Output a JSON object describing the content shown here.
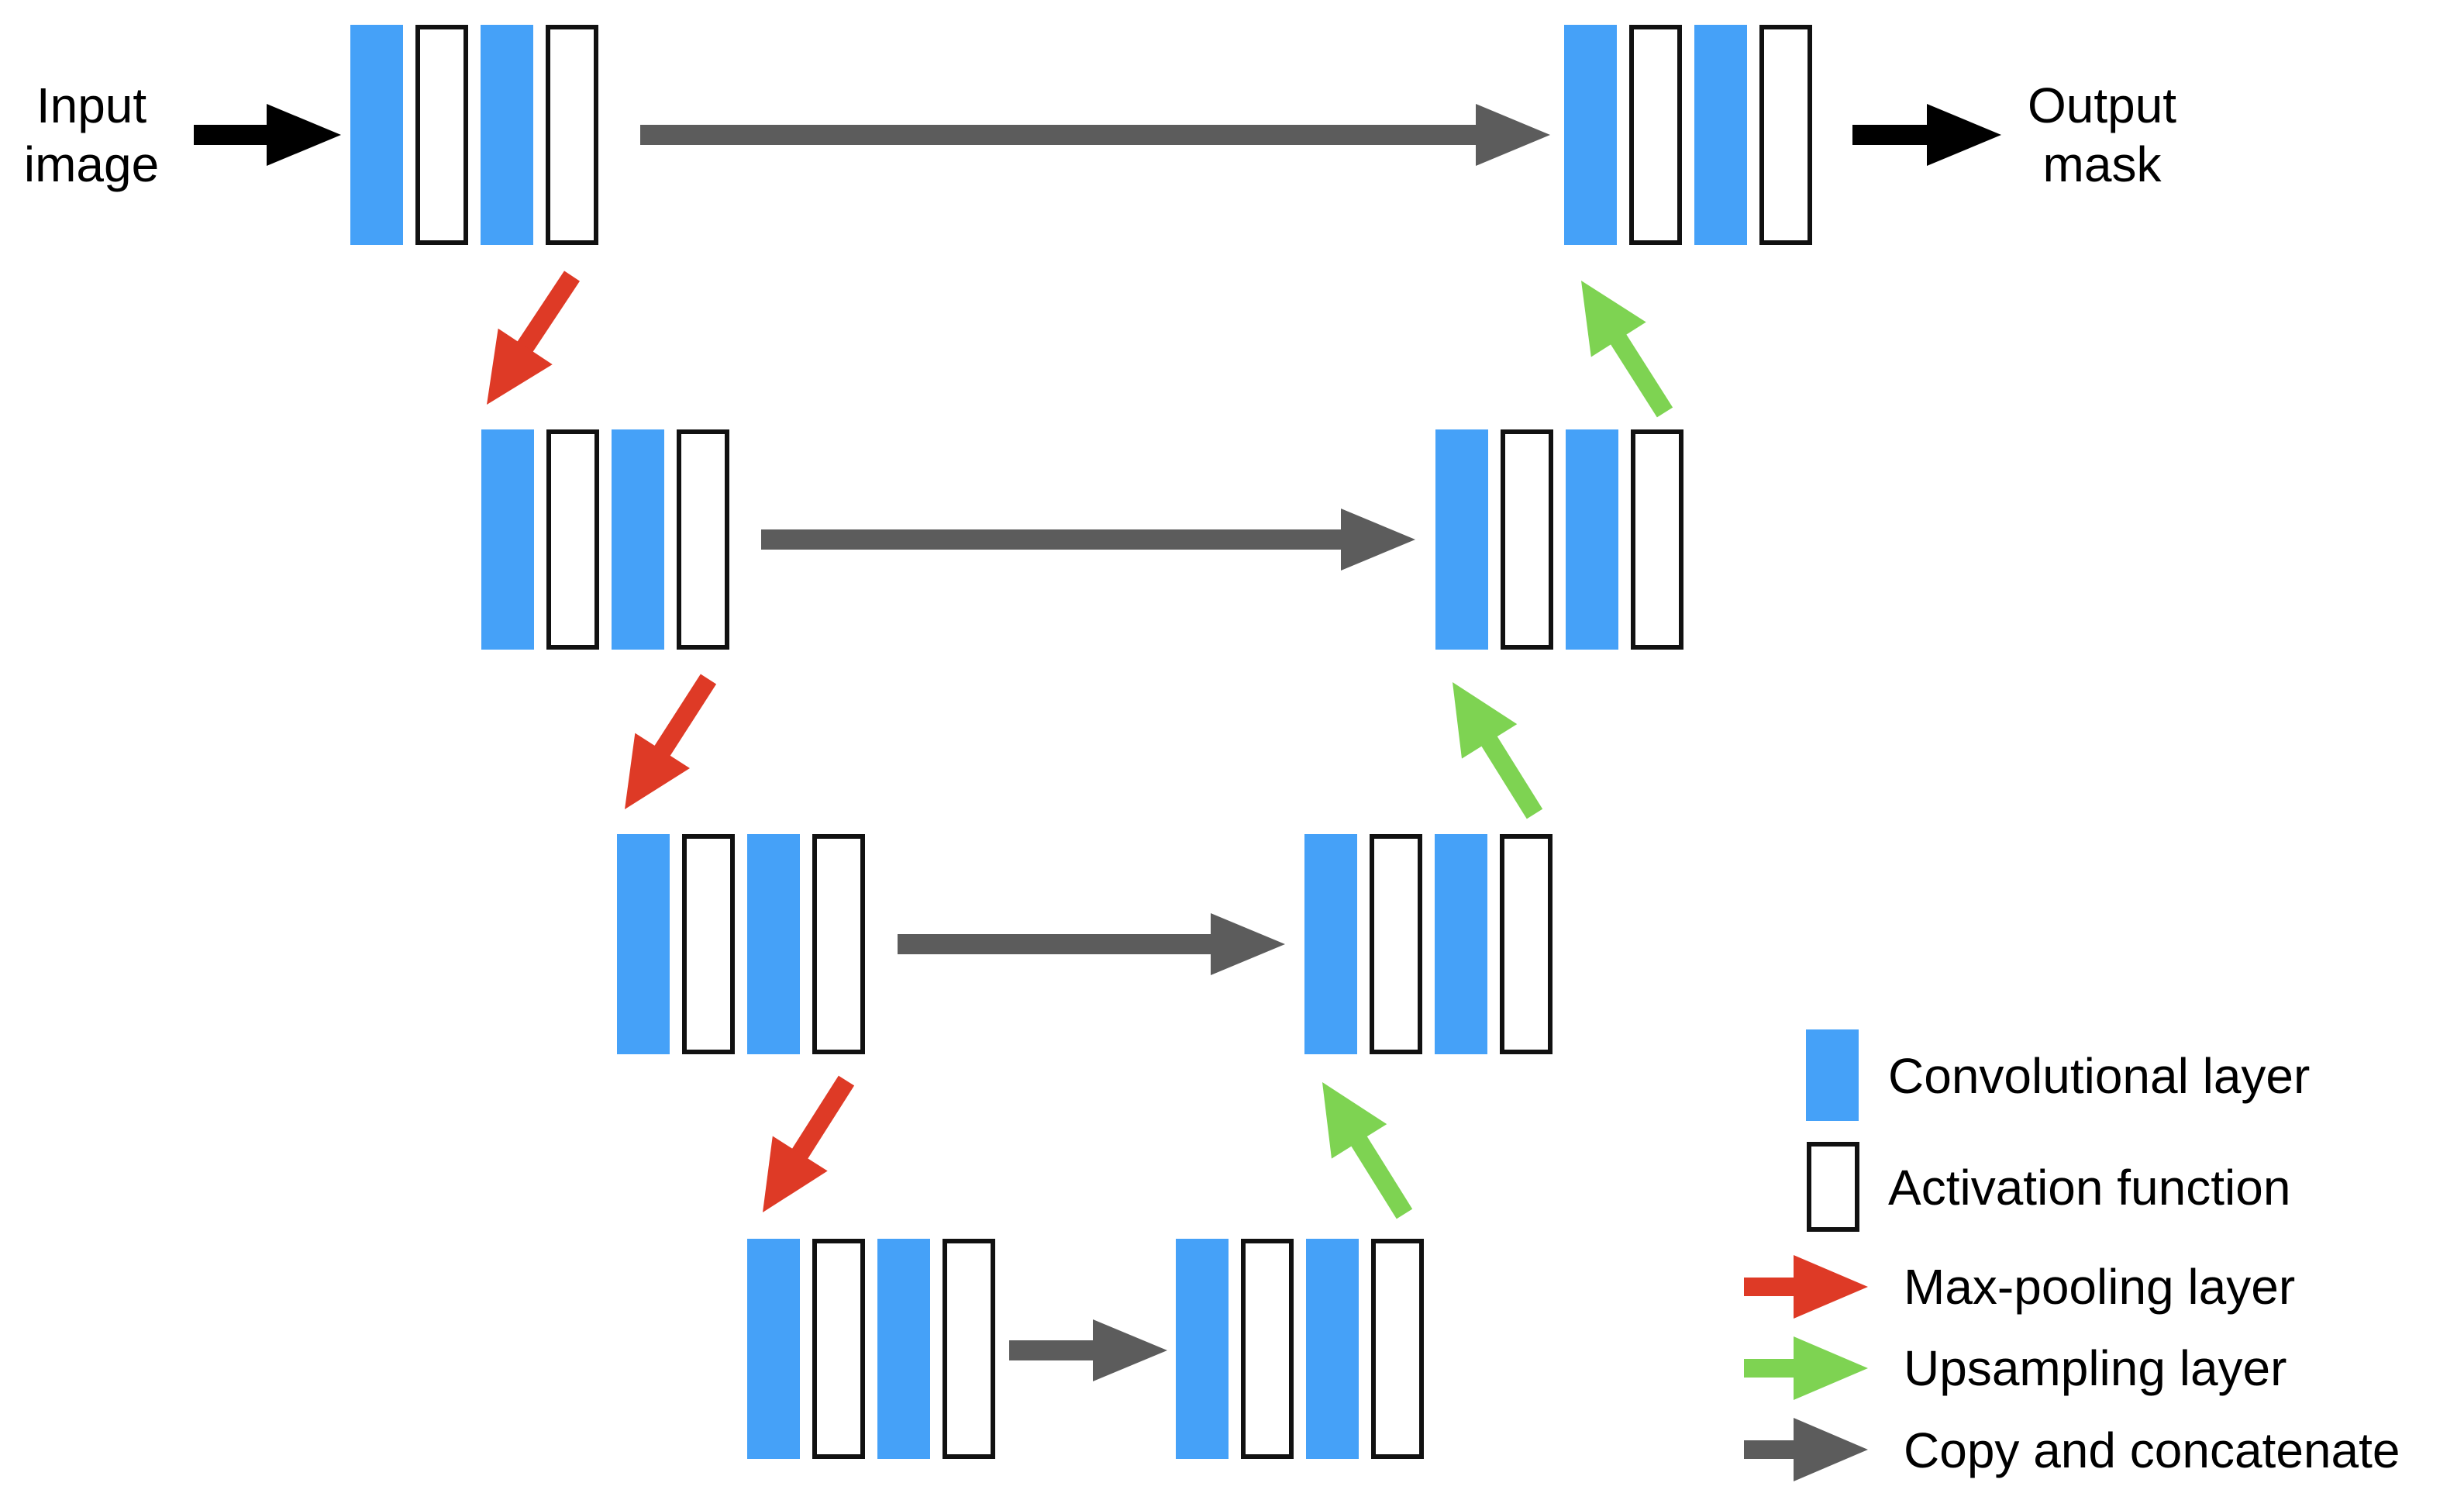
{
  "labels": {
    "input_line1": "Input",
    "input_line2": "image",
    "output_line1": "Output",
    "output_line2": "mask"
  },
  "legend": {
    "conv": "Convolutional layer",
    "activation": "Activation function",
    "maxpool": "Max-pooling layer",
    "upsample": "Upsampling layer",
    "copy": "Copy and concatenate"
  },
  "colors": {
    "conv": "#45a1f8",
    "activation_fill": "#ffffff",
    "activation_stroke": "#111111",
    "maxpool": "#de3a26",
    "upsample": "#7ed352",
    "copy": "#5c5c5c",
    "io_arrow": "#000000"
  },
  "icons": {
    "maxpool": "diagonal-down-arrow",
    "upsample": "diagonal-up-arrow",
    "copy": "right-arrow",
    "io": "right-arrow"
  }
}
